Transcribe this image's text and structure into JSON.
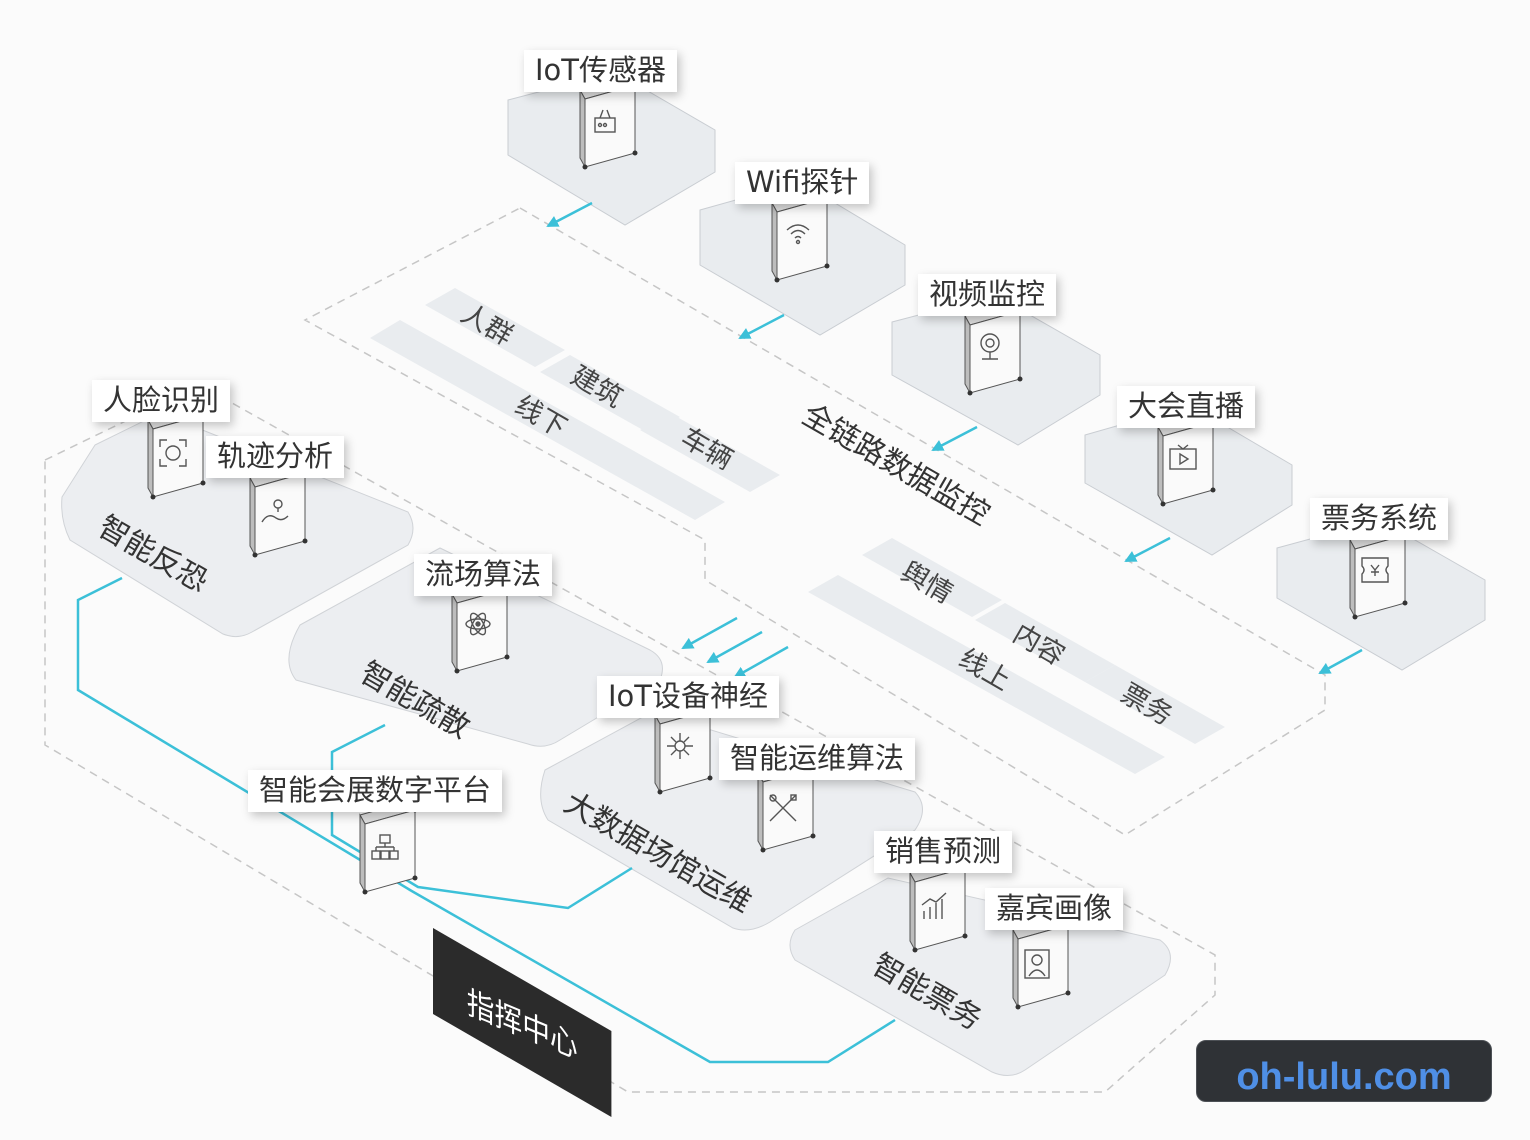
{
  "devices": {
    "iot_sensor": "IoT传感器",
    "wifi_probe": "Wifi探针",
    "video_monitor": "视频监控",
    "live_broadcast": "大会直播",
    "ticket_system": "票务系统"
  },
  "monitoring": {
    "title": "全链路数据监控",
    "offline": {
      "label": "线下",
      "items": [
        "人群",
        "建筑",
        "车辆"
      ]
    },
    "online": {
      "label": "线上",
      "items": [
        "舆情",
        "内容",
        "票务"
      ]
    }
  },
  "modules": {
    "anti_terror": {
      "title": "智能反恐",
      "tags": [
        "人脸识别",
        "轨迹分析"
      ]
    },
    "crowd_dispersal": {
      "title": "智能疏散",
      "tags": [
        "流场算法"
      ]
    },
    "venue_ops": {
      "title": "大数据场馆运维",
      "tags": [
        "IoT设备神经",
        "智能运维算法"
      ]
    },
    "ticketing": {
      "title": "智能票务",
      "tags": [
        "销售预测",
        "嘉宾画像"
      ]
    },
    "platform": {
      "title": "智能会展数字平台"
    }
  },
  "command_center": "指挥中心",
  "watermark": "oh-lulu.com",
  "colors": {
    "flow_line": "#3cc0d8",
    "panel_fill": "#eef0f2",
    "dashed_border": "#c6c6c6",
    "command_center_bg": "#2b2b2b",
    "watermark_bg": "#2f3236",
    "watermark_text": "#4f8fe6"
  },
  "icons": {
    "iot_sensor": "router-icon",
    "wifi_probe": "wifi-icon",
    "video_monitor": "camera-icon",
    "live_broadcast": "tv-icon",
    "ticket_system": "ticket-icon",
    "face_recognition": "face-scan-icon",
    "trajectory_analysis": "trajectory-icon",
    "flow_algorithm": "atom-icon",
    "iot_neural": "circuit-icon",
    "ops_algorithm": "tools-icon",
    "sales_forecast": "bar-chart-icon",
    "guest_profile": "portrait-icon",
    "platform": "network-icon"
  }
}
